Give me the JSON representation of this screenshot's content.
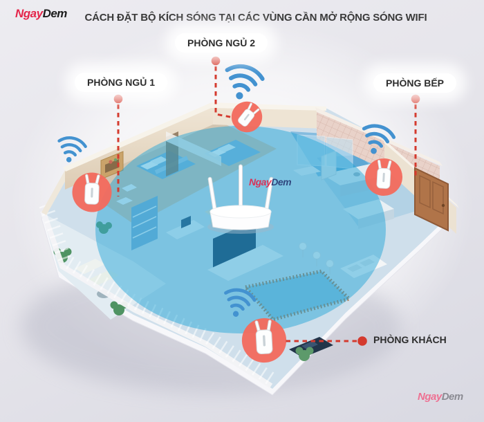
{
  "title": "CÁCH ĐẶT BỘ KÍCH SÓNG TẠI CÁC VÙNG CẦN MỞ RỘNG SÓNG WIFI",
  "brand": {
    "part1": "Ngay",
    "part2": "Dem"
  },
  "labels": {
    "bedroom2": "PHÒNG NGỦ 2",
    "bedroom1": "PHÒNG NGỦ 1",
    "kitchen": "PHÒNG BẾP",
    "living_room": "PHÒNG KHÁCH"
  },
  "icons": {
    "wifi": "wifi-signal-icon",
    "extender": "wifi-extender-in-red-circle",
    "router": "wifi-router-with-antennas"
  },
  "colors": {
    "background_top": "#edecf1",
    "background_bottom": "#d9d9e2",
    "title_text": "#3a3a3a",
    "label_text": "#2d2d2d",
    "callout_red": "#d43a2e",
    "extender_circle": "#f26b5e",
    "wifi_blue": "#4392d0",
    "coverage_teal": "#1fa3d6",
    "logo_red": "#e42449",
    "logo_black": "#1c1c1c",
    "logo_navy": "#283a74",
    "logo_pink": "#ee7092",
    "logo_gray": "#8b8b93"
  }
}
